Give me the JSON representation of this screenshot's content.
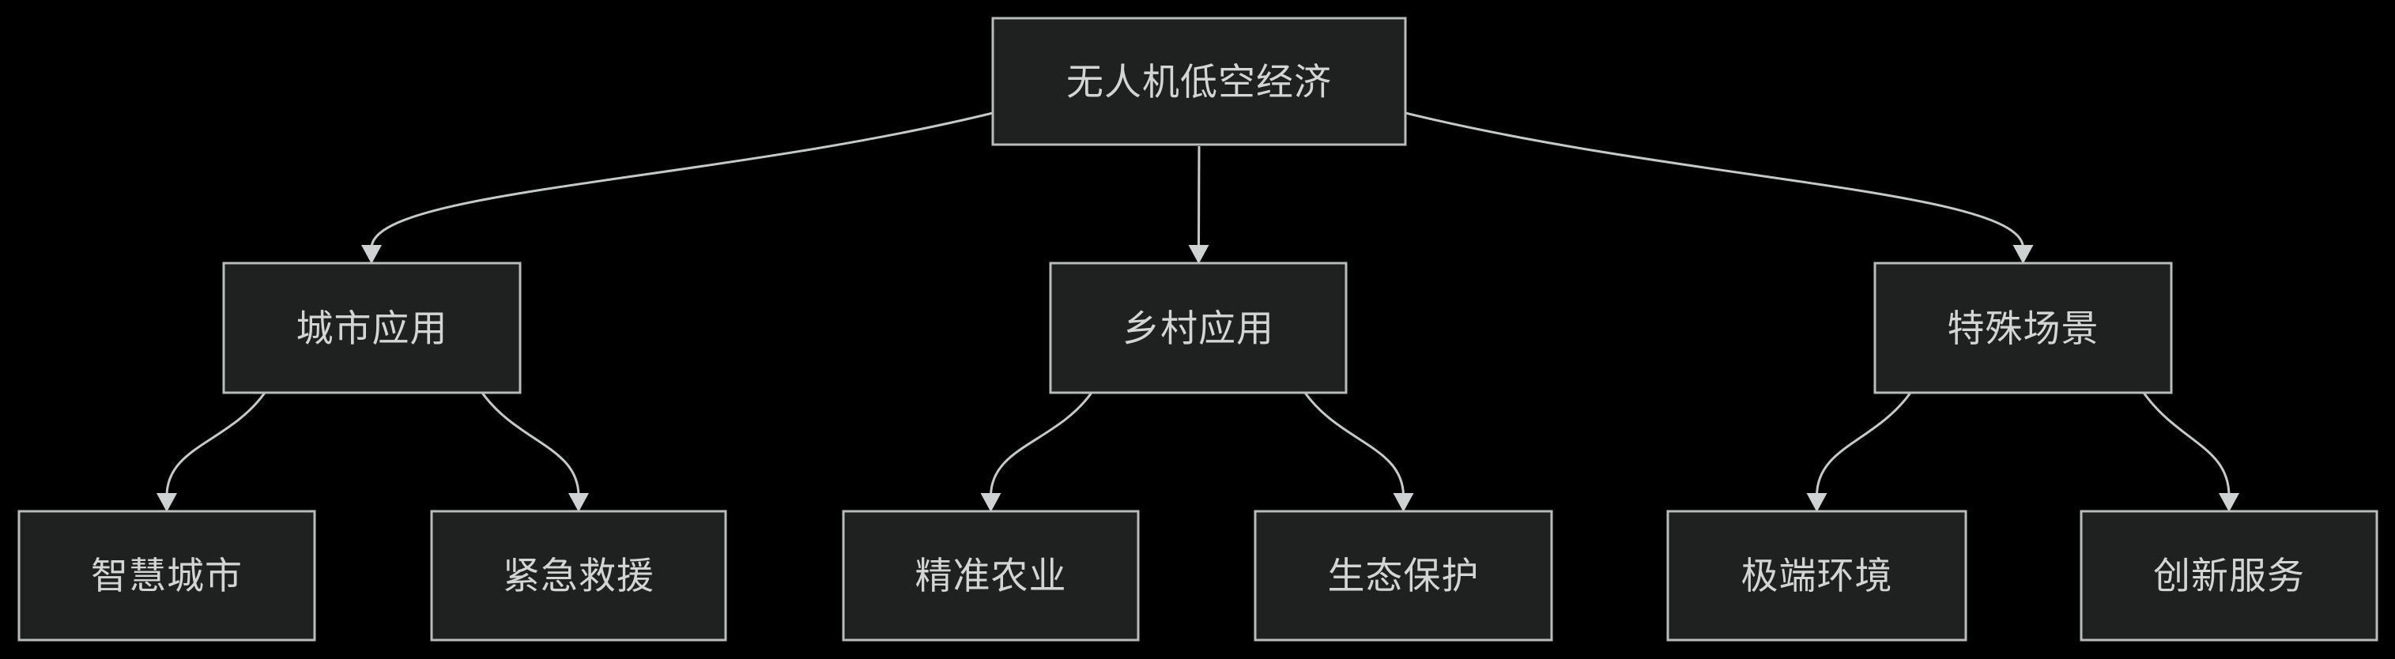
{
  "diagram": {
    "type": "flowchart-tree",
    "direction": "top-down",
    "nodes": {
      "root": {
        "id": "drone-low-altitude-economy",
        "label": "无人机低空经济"
      },
      "level2": [
        {
          "id": "urban-applications",
          "label": "城市应用",
          "parent": "drone-low-altitude-economy"
        },
        {
          "id": "rural-applications",
          "label": "乡村应用",
          "parent": "drone-low-altitude-economy"
        },
        {
          "id": "special-scenarios",
          "label": "特殊场景",
          "parent": "drone-low-altitude-economy"
        }
      ],
      "level3": [
        {
          "id": "smart-city",
          "label": "智慧城市",
          "parent": "urban-applications"
        },
        {
          "id": "emergency-rescue",
          "label": "紧急救援",
          "parent": "urban-applications"
        },
        {
          "id": "precision-agriculture",
          "label": "精准农业",
          "parent": "rural-applications"
        },
        {
          "id": "ecological-protection",
          "label": "生态保护",
          "parent": "rural-applications"
        },
        {
          "id": "extreme-environment",
          "label": "极端环境",
          "parent": "special-scenarios"
        },
        {
          "id": "innovative-services",
          "label": "创新服务",
          "parent": "special-scenarios"
        }
      ]
    },
    "edges": [
      {
        "from": "drone-low-altitude-economy",
        "to": "urban-applications",
        "arrow": "down"
      },
      {
        "from": "drone-low-altitude-economy",
        "to": "rural-applications",
        "arrow": "down"
      },
      {
        "from": "drone-low-altitude-economy",
        "to": "special-scenarios",
        "arrow": "down"
      },
      {
        "from": "urban-applications",
        "to": "smart-city",
        "arrow": "down"
      },
      {
        "from": "urban-applications",
        "to": "emergency-rescue",
        "arrow": "down"
      },
      {
        "from": "rural-applications",
        "to": "precision-agriculture",
        "arrow": "down"
      },
      {
        "from": "rural-applications",
        "to": "ecological-protection",
        "arrow": "down"
      },
      {
        "from": "special-scenarios",
        "to": "extreme-environment",
        "arrow": "down"
      },
      {
        "from": "special-scenarios",
        "to": "innovative-services",
        "arrow": "down"
      }
    ]
  },
  "colors": {
    "background": "#000000",
    "node_fill": "#1f2020",
    "node_border": "#b9bcbc",
    "edge": "#c6c9c9",
    "arrow": "#cfd2d2",
    "text": "#d3d5d5"
  }
}
